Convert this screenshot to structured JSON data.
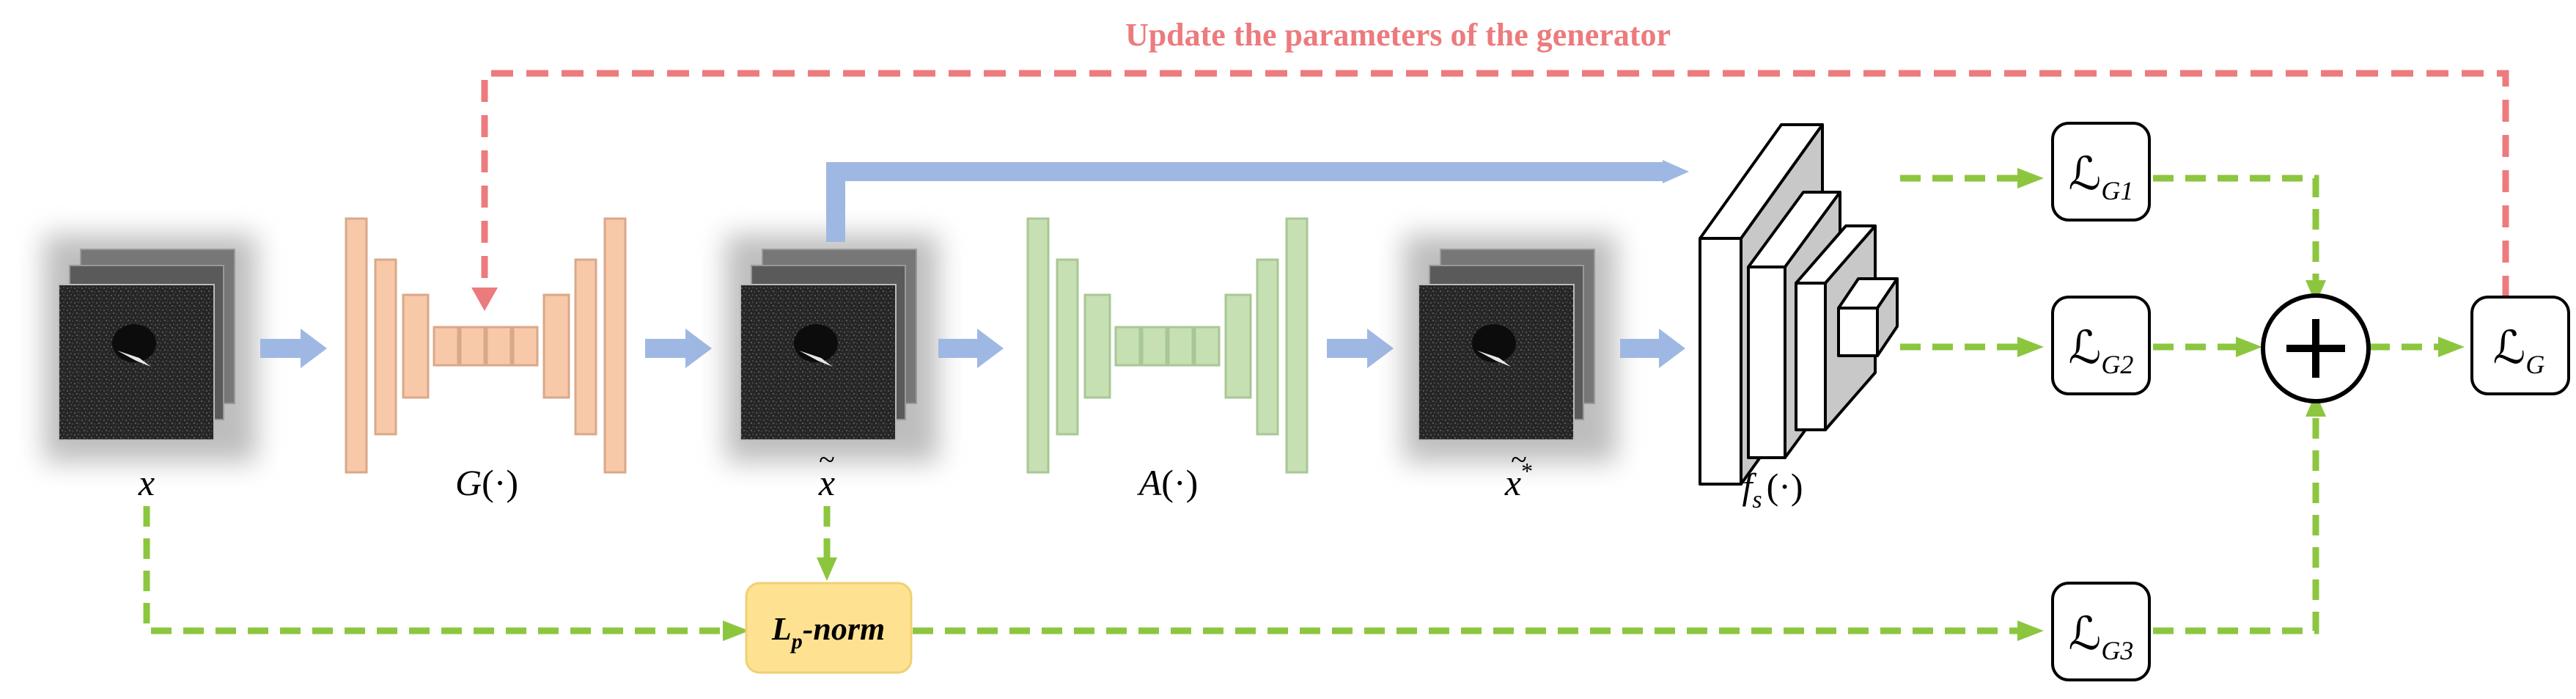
{
  "colors": {
    "orange_block": "#f8c9a8",
    "green_block": "#c6dfb3",
    "blue_arrow": "#9fb8e3",
    "green_dash": "#8cc63f",
    "red_dash": "#ec7b7d",
    "lpnorm_fill": "#ffe291"
  },
  "icons": {
    "sum_node": "plus-circle-icon",
    "sar_images": "sar-image-stack-icon"
  },
  "labels": {
    "update_title": "Update the parameters of the generator",
    "input_x": "x",
    "generator_letter": "G",
    "generator_args": "(·)",
    "adv_x": "x",
    "adv_tilde": "~",
    "attack_letter": "A",
    "attack_args": "(·)",
    "adv_star_x": "x",
    "adv_star_tilde": "~",
    "adv_star_sup": "*",
    "fs_letter": "f",
    "fs_sub": "s",
    "fs_args": "(·)",
    "lpnorm_L": "L",
    "lpnorm_sub": "p",
    "lpnorm_rest": "-norm",
    "loss_script": "ℒ",
    "loss_g1_sub": "G1",
    "loss_g2_sub": "G2",
    "loss_g3_sub": "G3",
    "loss_g_sub": "G"
  }
}
